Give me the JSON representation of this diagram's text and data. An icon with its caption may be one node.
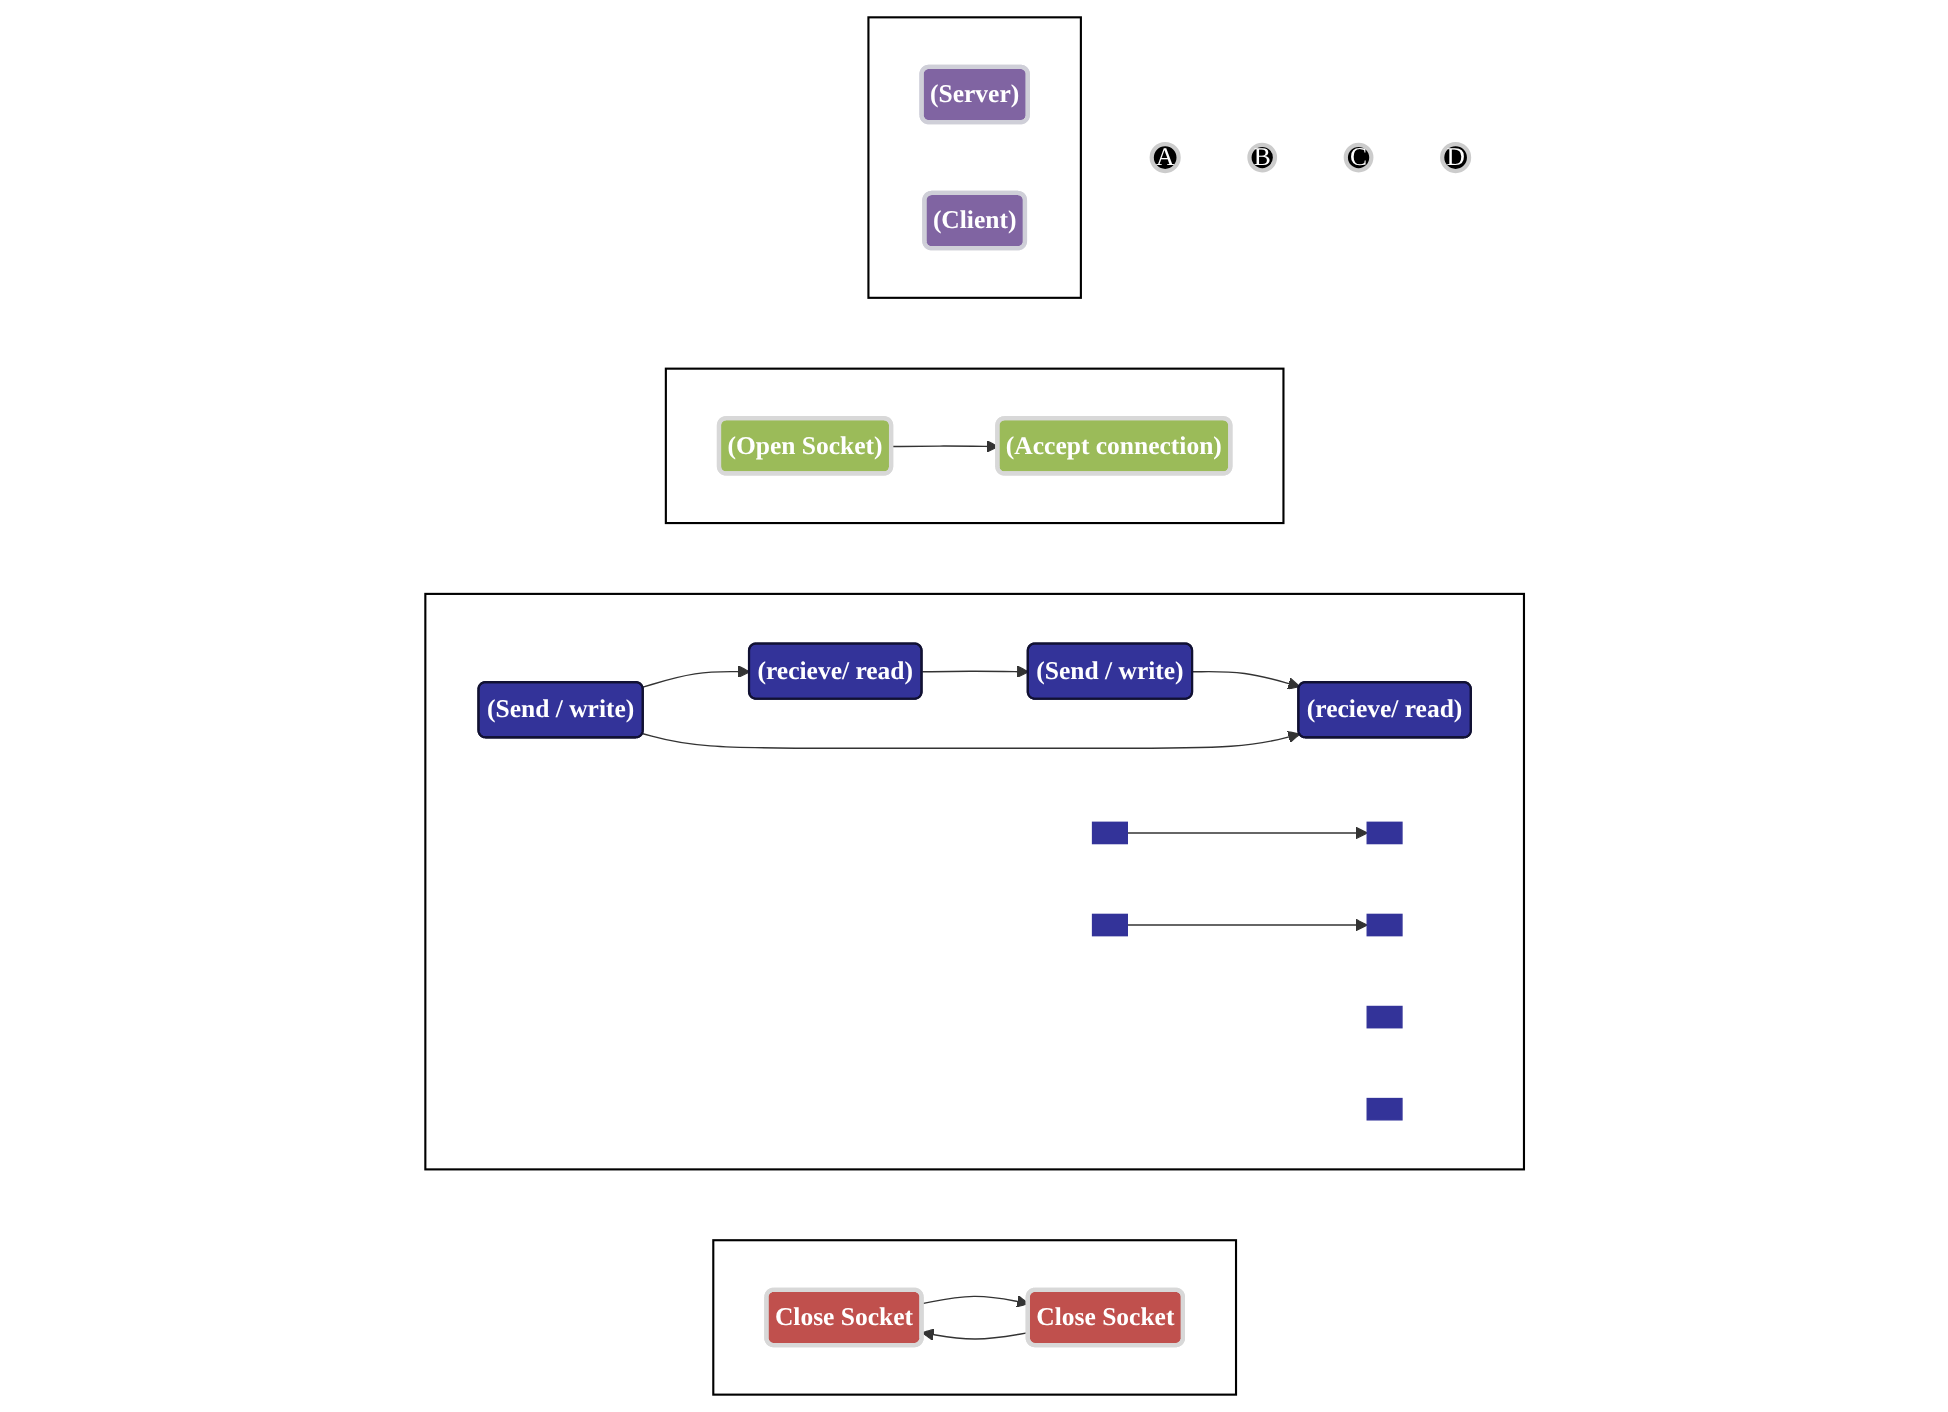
{
  "diagram": {
    "nodes": [
      {
        "text": [],
        "shape": "box"
      },
      {
        "text": [
          "(Server)"
        ],
        "in": 0
      },
      {
        "text": [
          "(Client)"
        ],
        "in": 0
      },
      {
        "text": [
          "A"
        ]
      },
      {
        "text": [],
        "shape": "box"
      },
      {
        "text": [
          "(Accept connection)"
        ],
        "in": 4
      },
      {
        "text": [
          "(Open Socket)"
        ],
        "in": 4
      },
      {
        "text": [
          "B"
        ]
      },
      {
        "text": [],
        "shape": "box"
      },
      {
        "text": [
          "(recieve/ read)"
        ],
        "in": 8
      },
      {
        "text": [
          "(Send / write)"
        ],
        "in": 8
      },
      {
        "text": [],
        "shape": "bar",
        "in": 8
      },
      {
        "text": [],
        "shape": "bar",
        "in": 8
      },
      {
        "text": [],
        "shape": "bar",
        "in": 8
      },
      {
        "text": [],
        "shape": "bar",
        "in": 8
      },
      {
        "text": [],
        "shape": "bar",
        "in": 8
      },
      {
        "text": [],
        "shape": "bar",
        "in": 8
      },
      {
        "text": [
          "(Send / write)"
        ],
        "in": 8
      },
      {
        "text": [
          "(recieve/ read)"
        ],
        "in": 8
      },
      {
        "text": [
          "C"
        ]
      },
      {
        "text": [],
        "shape": "box"
      },
      {
        "text": [
          "Close Socket"
        ],
        "in": 20
      },
      {
        "text": [
          "Close Socket"
        ],
        "in": 20
      },
      {
        "text": [
          "D"
        ]
      }
    ],
    "edges": [
      {
        "from": 6,
        "to": 5,
        "arrow": "to"
      },
      {
        "from": 10,
        "to": 9,
        "arrow": "to"
      },
      {
        "from": 14,
        "to": 12,
        "arrow": "to"
      },
      {
        "from": 13,
        "to": 15,
        "arrow": "to"
      },
      {
        "from": 17,
        "to": 9,
        "arrow": "to"
      },
      {
        "from": 17,
        "to": 18,
        "arrow": "to"
      },
      {
        "from": 18,
        "to": 10,
        "arrow": "to"
      },
      {
        "from": 21,
        "to": 22,
        "arrow": "to"
      },
      {
        "from": 22,
        "to": 21,
        "arrow": "to"
      }
    ]
  }
}
